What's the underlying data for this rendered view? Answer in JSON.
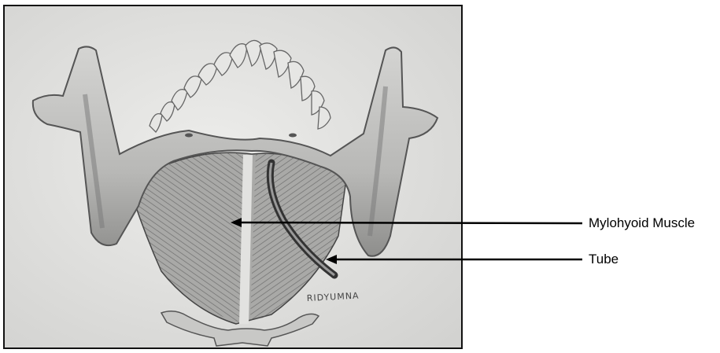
{
  "labels": {
    "mylohyoid": "Mylohyoid Muscle",
    "tube": "Tube"
  },
  "signature": "RIDYUMNA",
  "colors": {
    "paper": "#e4e4e2",
    "bone": "#bdbdbb",
    "bone_shadow": "#8a8a88",
    "muscle": "#9a9a98",
    "ink": "#000000"
  }
}
